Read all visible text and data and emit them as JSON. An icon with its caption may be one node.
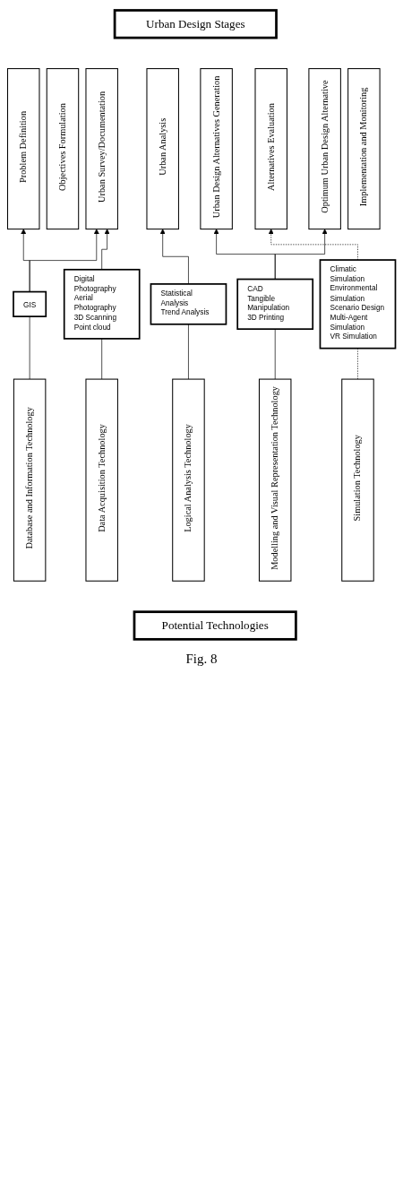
{
  "diagram": {
    "caption": "Fig. 8",
    "nodes": [
      {
        "text": [
          "Urban Design Stages"
        ]
      },
      {
        "text": [
          "Problem Definition"
        ]
      },
      {
        "text": [
          "Objectives Formulation"
        ]
      },
      {
        "text": [
          "Urban Survey/Documentation"
        ]
      },
      {
        "text": [
          "Urban Analysis"
        ]
      },
      {
        "text": [
          "Urban Design Alternatives Generation"
        ]
      },
      {
        "text": [
          "Alternatives Evaluation"
        ]
      },
      {
        "text": [
          "Optimum Urban Design Alternative"
        ]
      },
      {
        "text": [
          "Implementation and Monitoring"
        ]
      },
      {
        "text": [
          "GIS"
        ]
      },
      {
        "text": [
          "CAD",
          "Tangible Manipulation",
          "3D Printing"
        ]
      },
      {
        "text": [
          "Digital Photography",
          "Aerial Photography",
          "3D Scanning",
          "Point cloud"
        ]
      },
      {
        "text": [
          "Climatic Simulation",
          "Environmental Simulation",
          "Scenario Design",
          "Multi-Agent Simulation",
          "VR Simulation"
        ]
      },
      {
        "text": [
          "Statistical Analysis",
          "Trend Analysis"
        ]
      },
      {
        "text": [
          "Database and Information Technology"
        ]
      },
      {
        "text": [
          "Data Acquisition Technology"
        ]
      },
      {
        "text": [
          "Logical Analysis Technology"
        ]
      },
      {
        "text": [
          "Modelling and Visual Representation Technology"
        ]
      },
      {
        "text": [
          "Simulation Technology"
        ]
      },
      {
        "text": [
          "Potential Technologies"
        ]
      }
    ],
    "edges": [
      {
        "from": 9,
        "to": 1,
        "arrow": "to"
      },
      {
        "from": 9,
        "to": 3,
        "arrow": "to"
      },
      {
        "from": 11,
        "to": 3,
        "arrow": "to"
      },
      {
        "from": 13,
        "to": 4,
        "arrow": "to"
      },
      {
        "from": 10,
        "to": 5,
        "arrow": "to"
      },
      {
        "from": 10,
        "to": 7,
        "arrow": "to"
      },
      {
        "from": 12,
        "to": 6,
        "arrow": "to",
        "style": "dashed"
      },
      {
        "from": 14,
        "to": 9,
        "arrow": "none"
      },
      {
        "from": 15,
        "to": 11,
        "arrow": "none"
      },
      {
        "from": 16,
        "to": 13,
        "arrow": "none"
      },
      {
        "from": 17,
        "to": 10,
        "arrow": "none"
      },
      {
        "from": 18,
        "to": 12,
        "arrow": "none",
        "style": "dashed"
      }
    ]
  }
}
